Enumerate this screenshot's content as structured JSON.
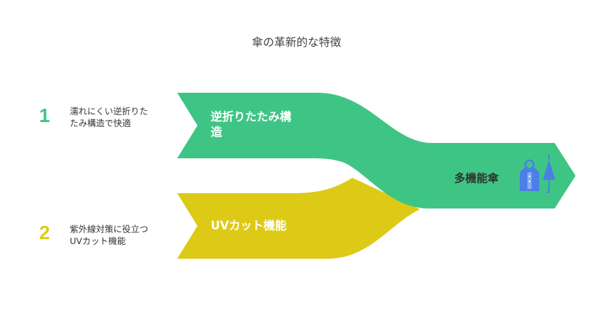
{
  "title": "傘の革新的な特徴",
  "colors": {
    "green": "#3EC585",
    "yellow": "#DDCA17",
    "icon_blue": "#4C7EE8"
  },
  "items": [
    {
      "number": "1",
      "description_line1": "濡れにくい逆折りた",
      "description_line2": "たみ構造で快適",
      "label_line1": "逆折りたたみ構",
      "label_line2": "造"
    },
    {
      "number": "2",
      "description_line1": "紫外線対策に役立つ",
      "description_line2": "UVカット機能",
      "label_line1": "UVカット機能"
    }
  ],
  "result": {
    "label": "多機能傘",
    "icon": "umbrella-coat-icon"
  }
}
